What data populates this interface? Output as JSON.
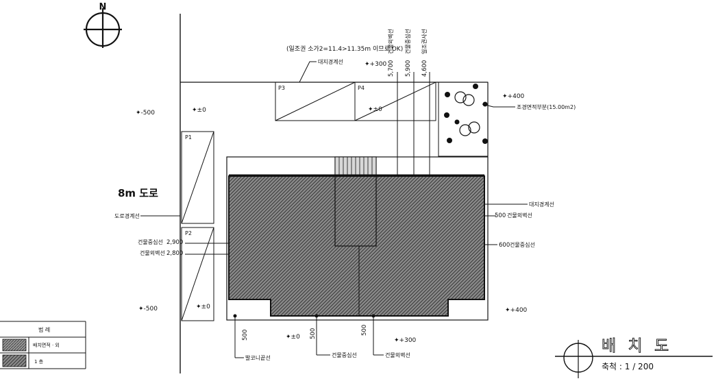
{
  "note": "(일조권 소가2=11.4>11.35m 이므로 OK)",
  "north": "N",
  "road": "8m 도로",
  "levels": {
    "plus300_top": "+300",
    "zero_p4": "±0",
    "plus400_tr": "+400",
    "minus500_l": "-500",
    "zero_l": "±0",
    "minus500_bl": "-500",
    "zero_bl": "±0",
    "plus400_br": "+400",
    "zero_b": "±0",
    "plus300_b": "+300"
  },
  "labels": {
    "site_boundary_top": "대지경계선",
    "site_boundary_right": "대지경계선",
    "road_boundary": "도로경계선",
    "landscape_area": "조경면적부분(15.00m2)",
    "building_setback_right": "건물외벽선",
    "building_setback_right_2": "건물중심선",
    "building_center_left": "건물중심선",
    "building_wall_left": "건물외벽선",
    "balcony_line": "발코니끝선",
    "building_center_bottom": "건물중심선",
    "building_wall_bottom": "건물외벽선",
    "v_building_wall": "건물외벽선",
    "v_building_center": "건물중심선",
    "v_sunlight": "일조권사선"
  },
  "dims": {
    "v1": "5,700",
    "v2": "5,900",
    "v3": "4,600",
    "right1": "500",
    "right2": "600",
    "left1": "2,900",
    "left2": "2,800",
    "bottom1": "500",
    "bottom2": "500",
    "bottom3": "500"
  },
  "parking": [
    "P1",
    "P2",
    "P3",
    "P4"
  ],
  "legend": {
    "header": "범 례",
    "row1": "배치면적 · 외",
    "row2": "1 층"
  },
  "title": {
    "name": "배 치 도",
    "scale": "축척 : 1 / 200"
  }
}
